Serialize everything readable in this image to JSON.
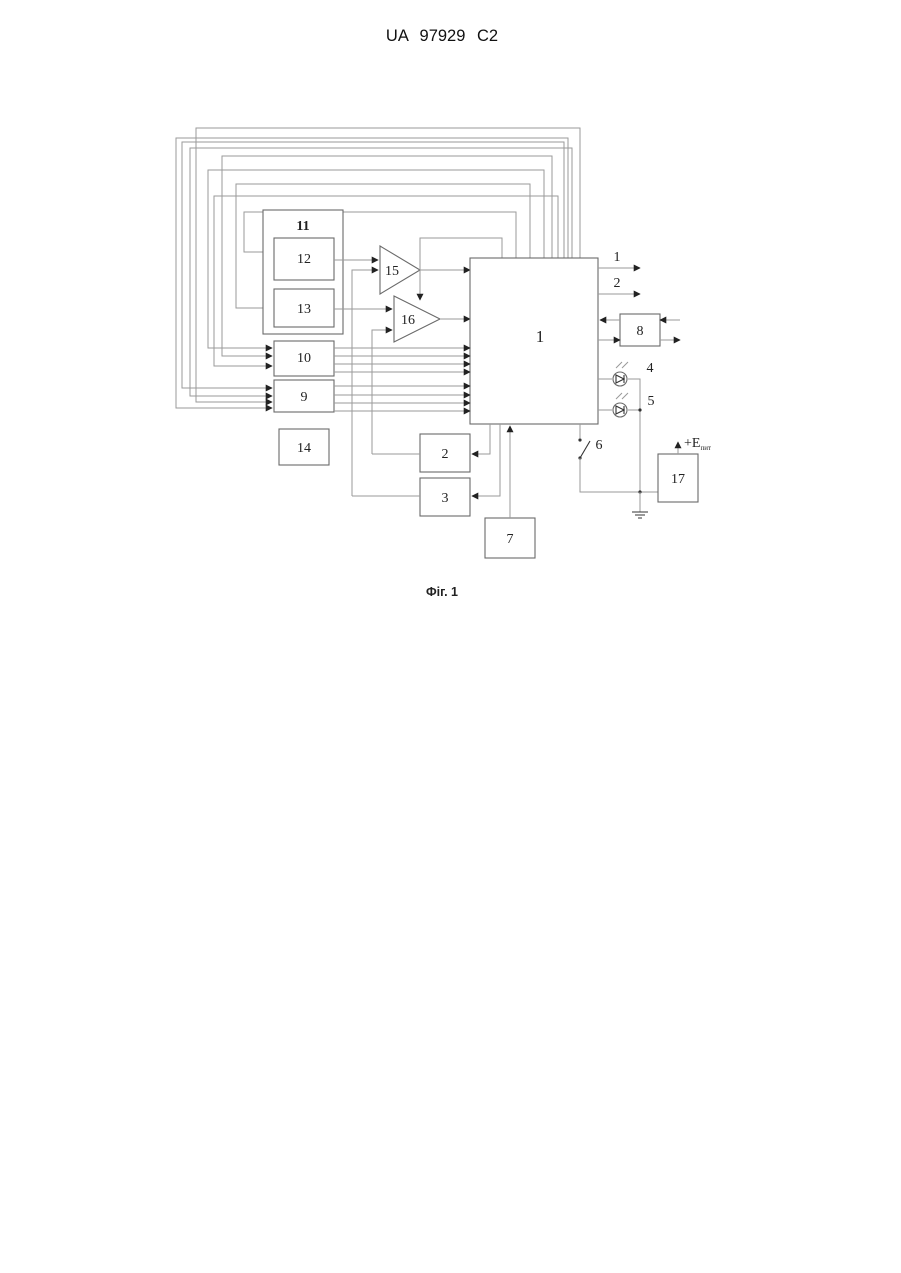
{
  "document": {
    "header": "UA 97929 C2",
    "caption": "Фіг. 1"
  },
  "figure": {
    "labels": {
      "b1": "1",
      "b2": "2",
      "b3": "3",
      "b7": "7",
      "b8": "8",
      "b9": "9",
      "b10": "10",
      "b11": "11",
      "b12": "12",
      "b13": "13",
      "b14": "14",
      "b15": "15",
      "b16": "16",
      "b17": "17",
      "out1": "1",
      "out2": "2",
      "led4": "4",
      "led5": "5",
      "sw6": "6",
      "supply": "+E",
      "supply_sub": "пит"
    }
  }
}
